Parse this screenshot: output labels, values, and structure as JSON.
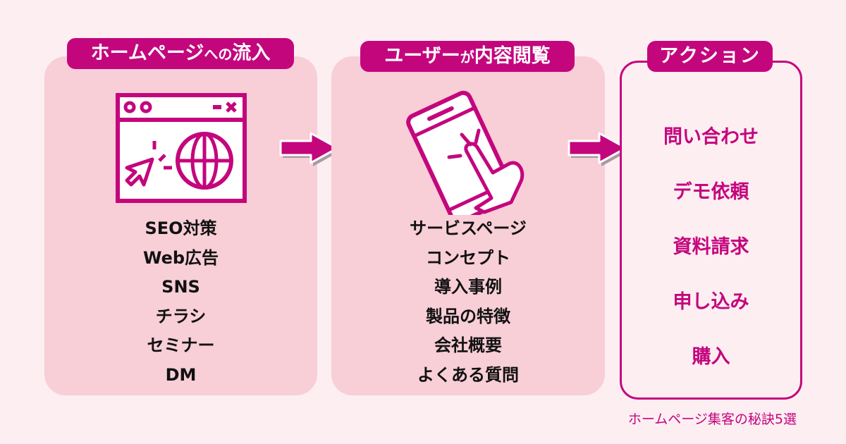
{
  "colors": {
    "accent": "#c4067d",
    "panel": "#f8ced7",
    "background": "#fdeef2"
  },
  "steps": [
    {
      "label_main": "ホームページ",
      "label_small": "への",
      "label_end": "流入",
      "icon": "browser-globe-icon",
      "items": [
        "SEO対策",
        "Web広告",
        "SNS",
        "チラシ",
        "セミナー",
        "DM"
      ]
    },
    {
      "label_main": "ユーザー",
      "label_small": "が",
      "label_end": "内容閲覧",
      "icon": "smartphone-tap-icon",
      "items": [
        "サービスページ",
        "コンセプト",
        "導入事例",
        "製品の特徴",
        "会社概要",
        "よくある質問"
      ]
    },
    {
      "label_main": "アクション",
      "items": [
        "問い合わせ",
        "デモ依頼",
        "資料請求",
        "申し込み",
        "購入"
      ]
    }
  ],
  "arrows": [
    "arrow-right-icon",
    "arrow-right-icon"
  ],
  "footer": "ホームページ集客の秘訣5選"
}
